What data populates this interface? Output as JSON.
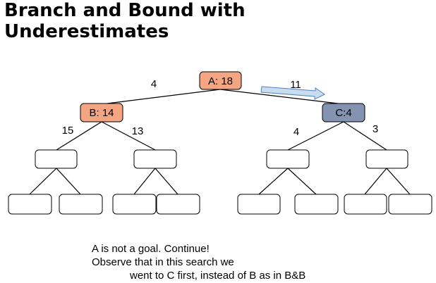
{
  "title": {
    "line1": "Branch and Bound with",
    "line2": "Underestimates"
  },
  "diagram": {
    "nodes": {
      "A": {
        "label": "A: 18",
        "fill": "#f4a582"
      },
      "B": {
        "label": "B: 14",
        "fill": "#f4a582"
      },
      "C": {
        "label": "C:4",
        "fill": "#8494b0"
      }
    },
    "edge_labels": {
      "A_B": "4",
      "A_C": "11",
      "B_left": "15",
      "B_right": "13",
      "C_left": "4",
      "C_right": "3"
    },
    "colors": {
      "highlight_arrow": "#c9dcf0",
      "highlight_arrow_stroke": "#4f81bd",
      "empty_node_stroke": "#000000"
    }
  },
  "caption": {
    "line1": "A is not a goal. Continue!",
    "line2": "Observe that in this search we",
    "line3": "went to C first, instead of B as in B&B"
  }
}
